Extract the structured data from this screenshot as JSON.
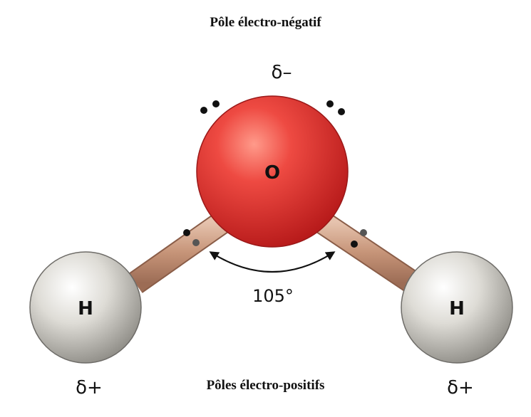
{
  "titles": {
    "top": "Pôle électro-négatif",
    "bottom": "Pôles électro-positifs"
  },
  "atoms": {
    "oxygen": {
      "label": "O",
      "charge": "δ–",
      "color": "#e23b3b"
    },
    "hydrogen_left": {
      "label": "H",
      "charge": "δ+",
      "color": "#d8d6d0"
    },
    "hydrogen_right": {
      "label": "H",
      "charge": "δ+",
      "color": "#d8d6d0"
    }
  },
  "bond_angle": "105°",
  "colors": {
    "bond": "#c89a82",
    "electron": "#111111"
  }
}
